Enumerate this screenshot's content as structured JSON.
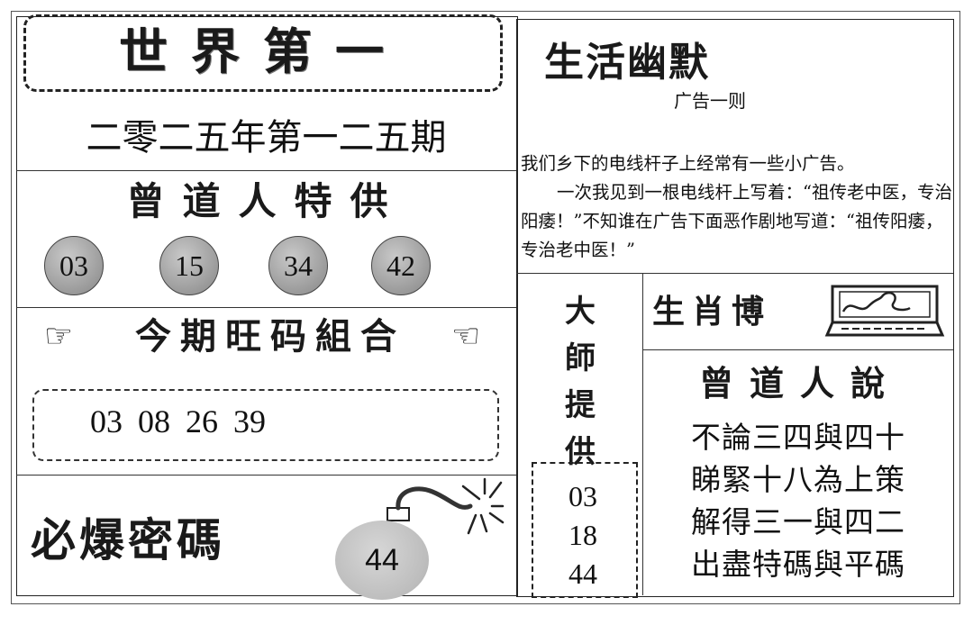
{
  "masthead": {
    "title": "世界第一",
    "issue": "二零二五年第一二五期"
  },
  "special_numbers": {
    "title": "曾道人特供",
    "balls": [
      "03",
      "15",
      "34",
      "42"
    ]
  },
  "lucky_combo": {
    "title": "今期旺码組合",
    "numbers": "03 08 26 39",
    "left_hand_icon": "☞",
    "right_hand_icon": "☜"
  },
  "bomb_code": {
    "title": "必爆密碼",
    "number": "44"
  },
  "humor": {
    "title": "生活幽默",
    "subtitle": "广告一则",
    "paragraphs": [
      "我们乡下的电线杆子上经常有一些小广告。",
      "一次我见到一根电线杆上写着：“祖传老中医，专治阳痿！”不知谁在广告下面恶作剧地写道：“祖传阳痿，专治老中医！”"
    ]
  },
  "master": {
    "title_chars": [
      "大",
      "師",
      "提",
      "供"
    ],
    "numbers": [
      "03",
      "18",
      "44"
    ]
  },
  "zodiac": {
    "title": "生肖博",
    "icon": "computer-icon"
  },
  "saying": {
    "title": "曾道人說",
    "lines": [
      "不論三四與四十",
      "睇緊十八為上策",
      "解得三一與四二",
      "出盡特碼與平碼"
    ]
  }
}
